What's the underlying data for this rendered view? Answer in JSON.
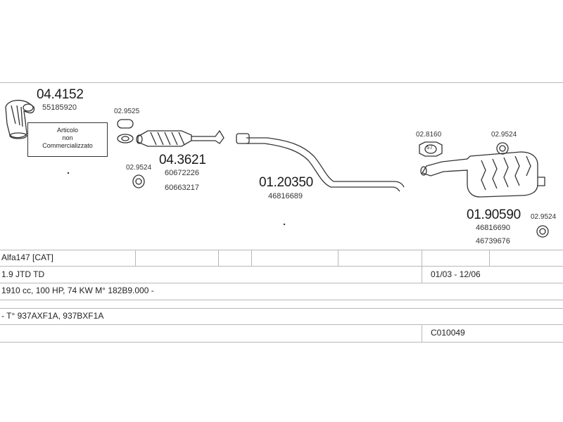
{
  "diagram": {
    "parts": {
      "manifold_cat": {
        "number": "04.4152",
        "oem": "55185920"
      },
      "clamp_top": {
        "number": "02.9525"
      },
      "note_box": {
        "text_1": "Articolo",
        "text_2": "non",
        "text_3": "Commercializzato"
      },
      "catalyst": {
        "number": "04.3621",
        "oem_1": "60672226",
        "oem_2": "60663217"
      },
      "gasket_left": {
        "number": "02.9524"
      },
      "middle_pipe": {
        "number": "01.20350",
        "oem": "46816689"
      },
      "hanger": {
        "number": "02.8160",
        "badge": "57"
      },
      "gasket_right_top": {
        "number": "02.9524"
      },
      "rear_silencer": {
        "number": "01.90590",
        "oem_1": "46816690",
        "oem_2": "46739676"
      },
      "gasket_right_bottom": {
        "number": "02.9524"
      }
    }
  },
  "table": {
    "model": "Alfa147  [CAT]",
    "engine": "1.9 JTD TD",
    "years": "01/03 - 12/06",
    "specs": "1910 cc, 100 HP, 74 KW M° 182B9.000 -",
    "types": "- T° 937AXF1A, 937BXF1A",
    "code": "C010049"
  }
}
